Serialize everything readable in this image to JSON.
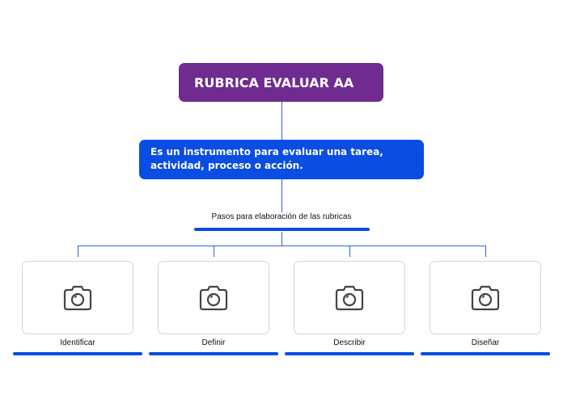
{
  "root": {
    "title": "RUBRICA EVALUAR AA",
    "color": "#6f2b8f"
  },
  "definition": {
    "text": "Es un instrumento para evaluar una tarea, actividad, proceso o acción.",
    "color": "#0a4de3"
  },
  "steps_heading": {
    "label": "Pasos para elaboración de las rubricas"
  },
  "steps": [
    {
      "label": "Identificar",
      "icon": "camera-icon"
    },
    {
      "label": "Definir",
      "icon": "camera-icon"
    },
    {
      "label": "Describir",
      "icon": "camera-icon"
    },
    {
      "label": "Diseñar",
      "icon": "camera-icon"
    }
  ],
  "connector_color": "#2f66d4"
}
